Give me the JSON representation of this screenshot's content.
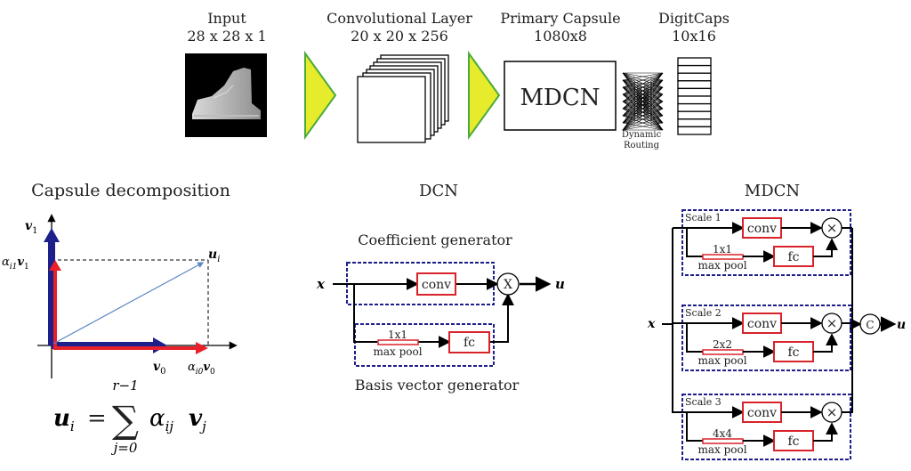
{
  "pipeline": {
    "input": {
      "title": "Input",
      "dims": "28 x 28 x 1"
    },
    "conv": {
      "title": "Convolutional Layer",
      "dims": "20 x 20 x 256"
    },
    "primary": {
      "title": "Primary Capsule",
      "dims": "1080x8",
      "block": "MDCN"
    },
    "digit": {
      "title": "DigitCaps",
      "dims": "10x16"
    },
    "routing": {
      "line1": "Dynamic",
      "line2": "Routing"
    }
  },
  "decomp": {
    "title": "Capsule decomposition",
    "v1": "v",
    "v1_sub": "1",
    "alpha_v1": "α",
    "alpha_v1_sub": "i1",
    "alpha_v1_v": "v",
    "alpha_v1_vsub": "1",
    "ui": "u",
    "ui_sub": "i",
    "v0": "v",
    "v0_sub": "0",
    "alpha_v0": "α",
    "alpha_v0_sub": "i0",
    "alpha_v0_v": "v",
    "alpha_v0_vsub": "0",
    "formula_lhs": "u",
    "formula_lhs_sub": "i",
    "formula_eq": "=",
    "sum_top": "r−1",
    "sum_bottom": "j=0",
    "formula_alpha": "α",
    "formula_alpha_sub": "ij",
    "formula_v": "v",
    "formula_v_sub": "j"
  },
  "dcn": {
    "title": "DCN",
    "coef_label": "Coefficient generator",
    "basis_label": "Basis vector generator",
    "x": "x",
    "u": "u",
    "conv": "conv",
    "fc": "fc",
    "pool_size": "1x1",
    "pool": "max pool",
    "mult": "X"
  },
  "mdcn": {
    "title": "MDCN",
    "x": "x",
    "u": "u",
    "concat": "C",
    "mult": "×",
    "scales": [
      {
        "label": "Scale 1",
        "conv": "conv",
        "fc": "fc",
        "pool_size": "1x1",
        "pool": "max pool"
      },
      {
        "label": "Scale 2",
        "conv": "conv",
        "fc": "fc",
        "pool_size": "2x2",
        "pool": "max pool"
      },
      {
        "label": "Scale 3",
        "conv": "conv",
        "fc": "fc",
        "pool_size": "4x4",
        "pool": "max pool"
      }
    ]
  },
  "colors": {
    "arrow_fill": "#e6ec2b",
    "arrow_border": "#4caa3c",
    "blue_vec": "#1d1f8a",
    "red_vec": "#e8202a",
    "ui_vec": "#5b87c2",
    "dash_box": "#1d1f8a",
    "red_box": "#d8232a"
  }
}
